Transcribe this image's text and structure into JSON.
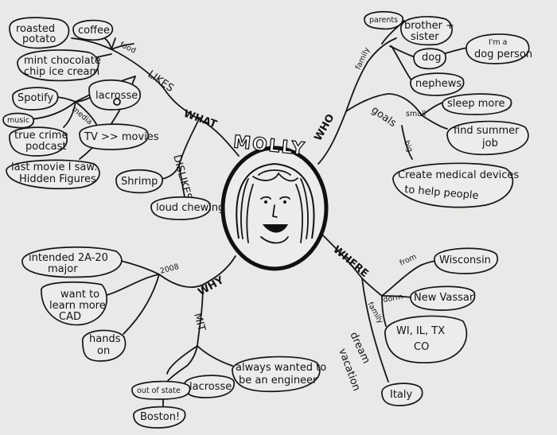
{
  "center": {
    "name": "MOLLY"
  },
  "branches": {
    "what": "WHAT",
    "who": "WHO",
    "why": "WHY",
    "where": "WHERE"
  },
  "what": {
    "likes": "LIKES",
    "dislikes": "DISLIKES",
    "food": "food",
    "media": "media",
    "roasted_potato": [
      "roasted",
      "potato"
    ],
    "coffee": "coffee",
    "mint_chip": [
      "mint chocolate",
      "chip ice cream"
    ],
    "lacrosse": "lacrosse!",
    "spotify": "Spotify",
    "music": "music",
    "true_crime": [
      "true crime",
      "podcast"
    ],
    "tv_movies": "TV >> movies",
    "last_movie": [
      "last movie I saw:",
      "Hidden Figures"
    ],
    "shrimp": "Shrimp",
    "loud_chewing": "loud chewing"
  },
  "who": {
    "family": "family",
    "parents": "parents",
    "brother_sister": [
      "brother +",
      "sister"
    ],
    "dog": "dog",
    "dog_person": [
      "I'm a",
      "dog person"
    ],
    "nephews": "nephews",
    "goals": "goals",
    "small": "small",
    "big": "big",
    "sleep_more": "sleep more",
    "summer_job": [
      "find summer",
      "job"
    ],
    "medical_devices": [
      "Create medical devices",
      "to help people"
    ]
  },
  "why": {
    "year": "2008",
    "mit": "MIT",
    "major": [
      "intended 2A-20",
      "major"
    ],
    "cad": [
      "want to",
      "learn more",
      "CAD"
    ],
    "hands_on": [
      "hands",
      "on"
    ],
    "lacrosse": "lacrosse",
    "engineer": [
      "always wanted to",
      "be an engineer"
    ],
    "out_of_state": "out of state",
    "boston": "Boston!"
  },
  "where": {
    "from": "from",
    "dorm": "dorm",
    "family": "family",
    "dream_vacation": [
      "dream",
      "vacation"
    ],
    "wisconsin": "Wisconsin",
    "new_vassar": "New Vassar",
    "family_states": [
      "WI, IL, TX",
      "CO"
    ],
    "italy": "Italy"
  }
}
